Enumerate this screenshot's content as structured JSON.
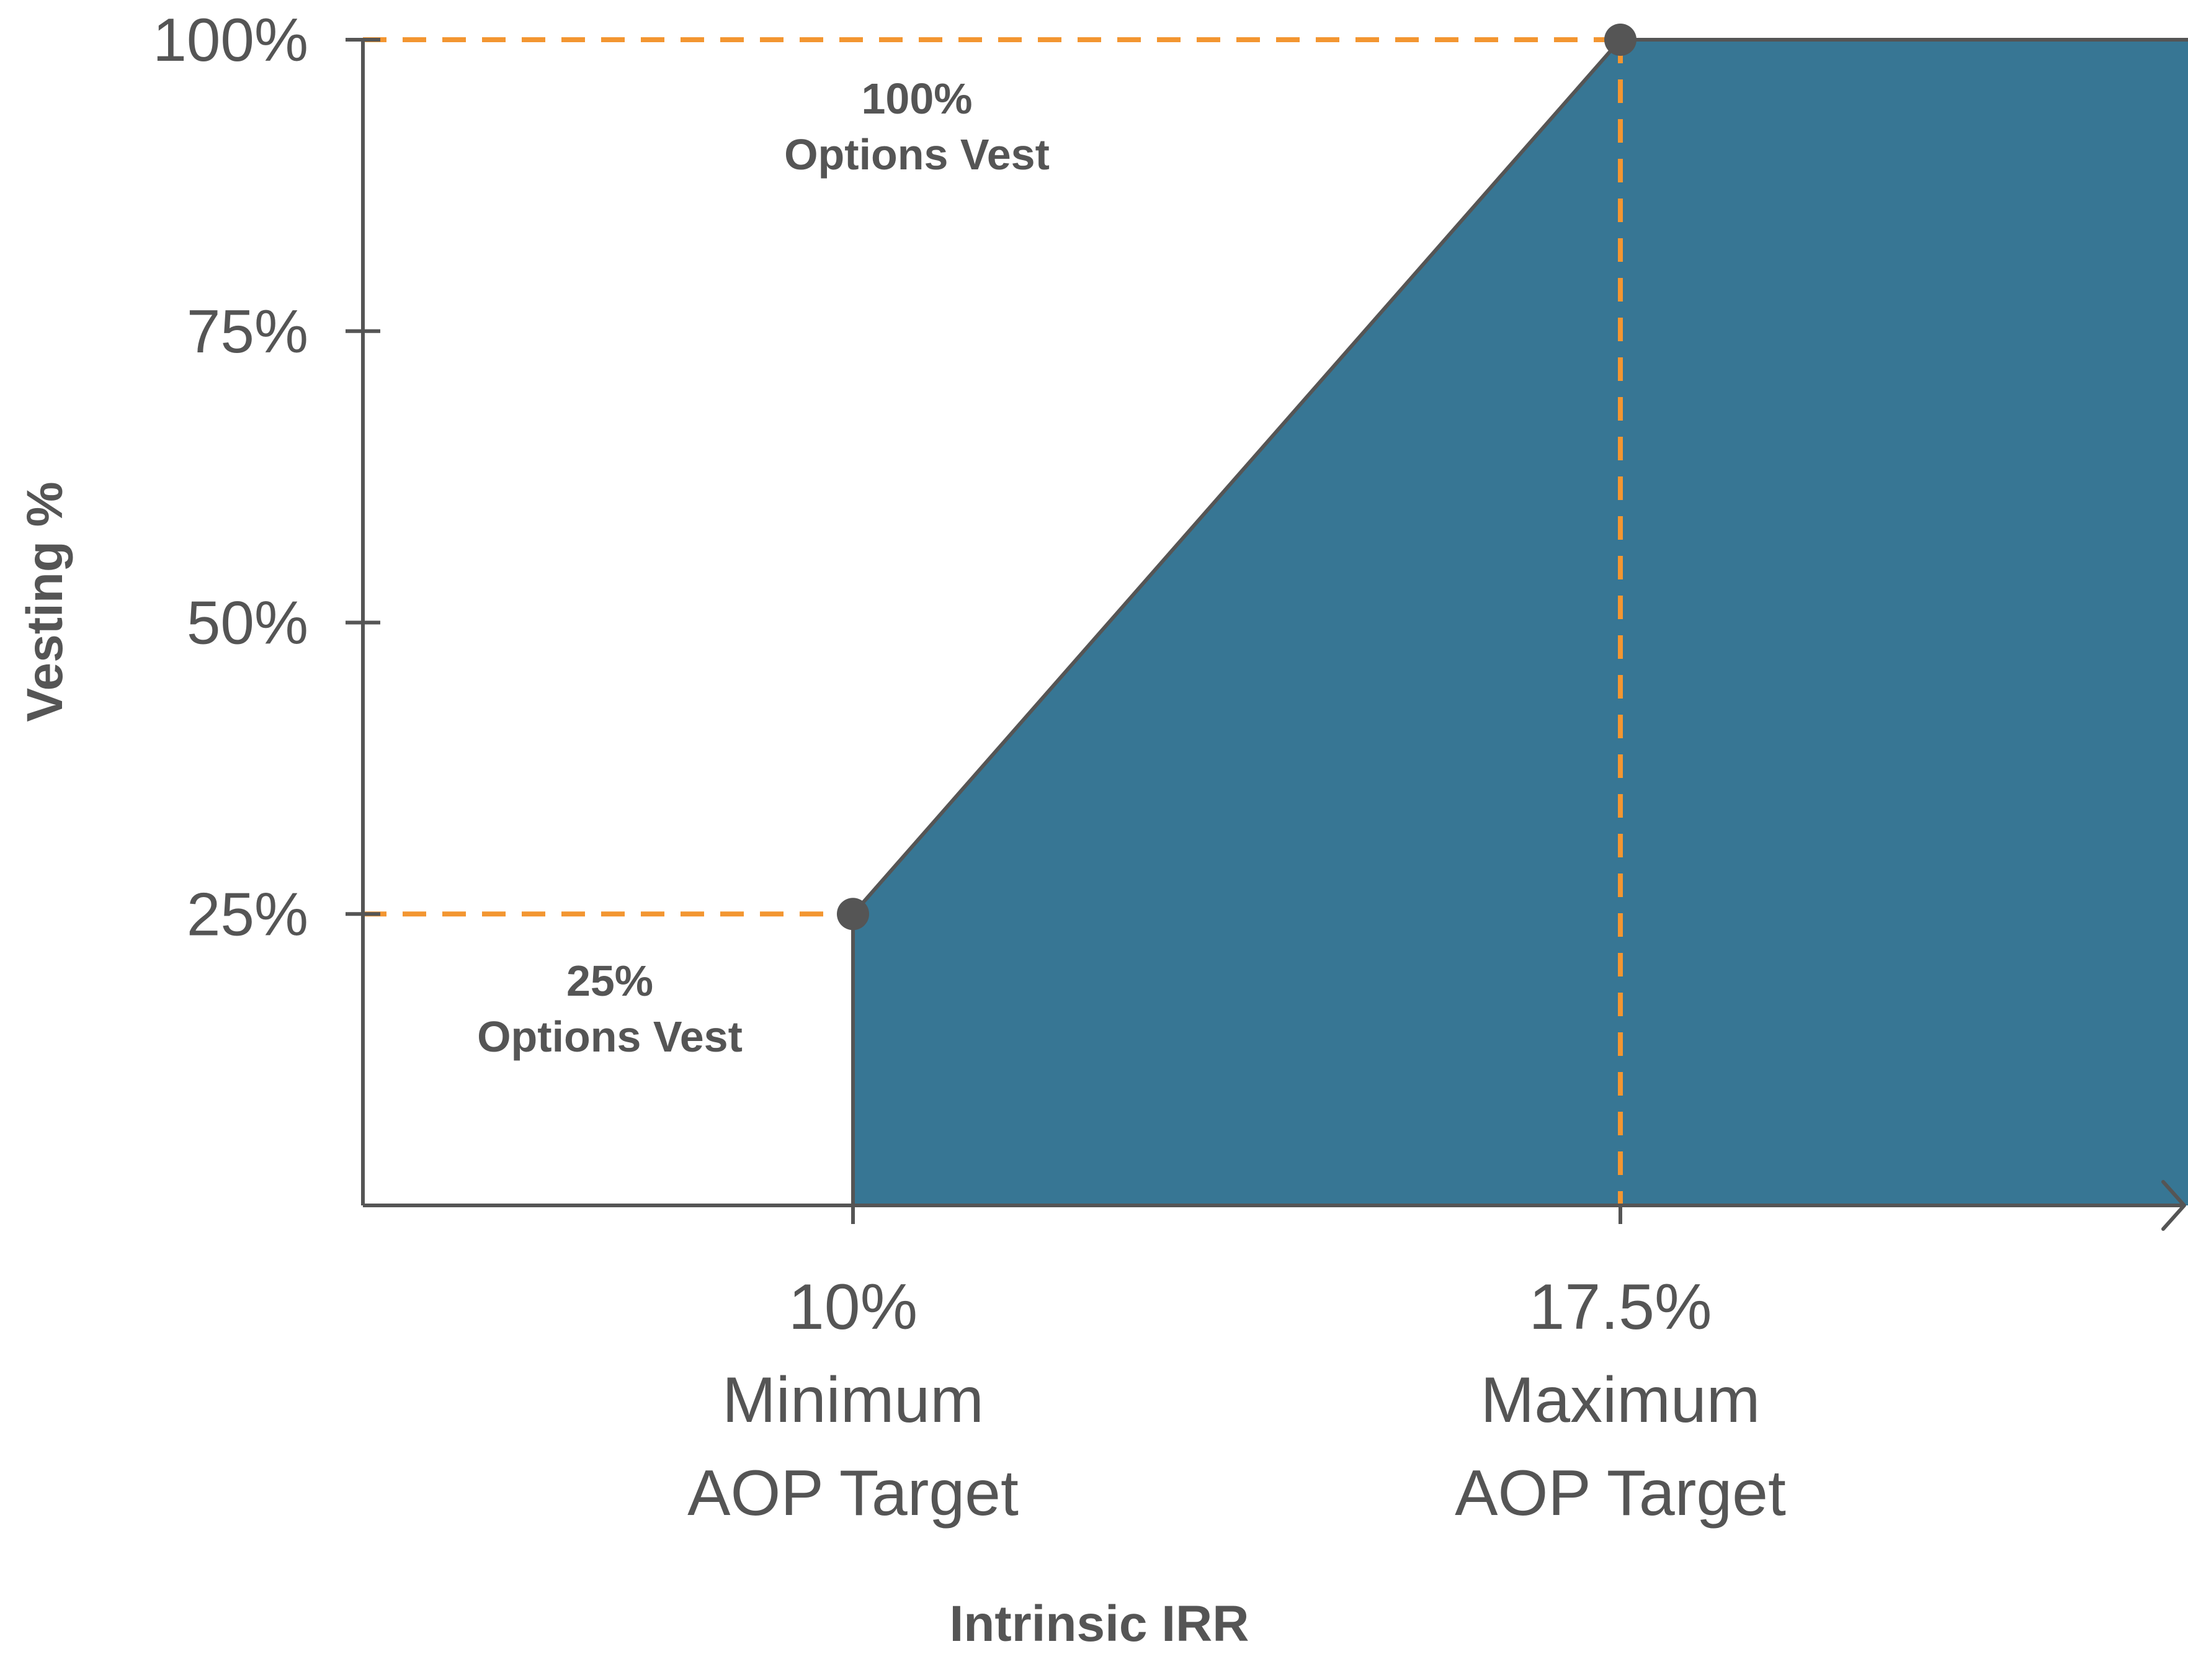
{
  "chart_data": {
    "type": "area",
    "title": "",
    "xlabel": "Intrinsic IRR",
    "ylabel": "Vesting %",
    "ylim": [
      0,
      100
    ],
    "x_unit": "%",
    "y_ticks": [
      {
        "value": 25,
        "label": "25%"
      },
      {
        "value": 50,
        "label": "50%"
      },
      {
        "value": 75,
        "label": "75%"
      },
      {
        "value": 100,
        "label": "100%"
      }
    ],
    "x_ticks": [
      {
        "value": 10,
        "lines": [
          "10%",
          "Minimum",
          "AOP Target"
        ]
      },
      {
        "value": 17.5,
        "lines": [
          "17.5%",
          "Maximum",
          "AOP Target"
        ]
      }
    ],
    "series": [
      {
        "points": [
          {
            "x": 10,
            "y": 25
          },
          {
            "x": 17.5,
            "y": 100
          }
        ]
      }
    ],
    "annotations": [
      {
        "x": 10,
        "y": 25,
        "lines": [
          "25%",
          "Options Vest"
        ]
      },
      {
        "x": 17.5,
        "y": 100,
        "lines": [
          "100%",
          "Options Vest"
        ]
      }
    ],
    "colors": {
      "fill": "#377694",
      "line": "#555555",
      "axis": "#555555",
      "guide": "#F39631",
      "marker": "#555555"
    }
  }
}
